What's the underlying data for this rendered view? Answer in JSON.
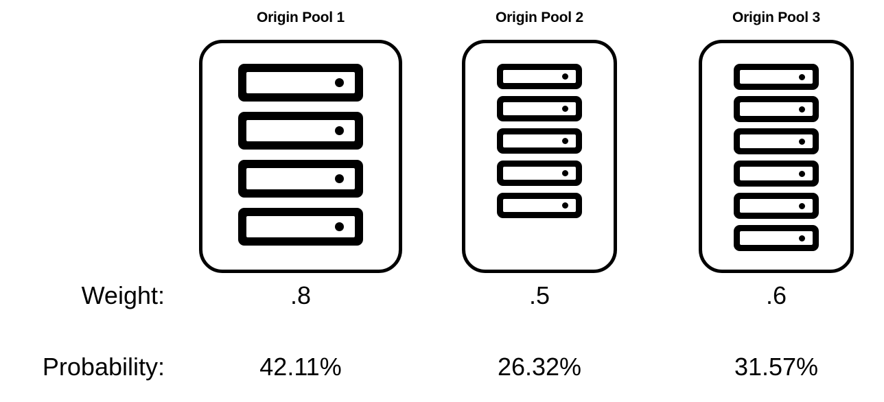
{
  "pools": [
    {
      "title": "Origin Pool 1",
      "weight": ".8",
      "probability": "42.11%",
      "server_count": 4,
      "servers": [
        {
          "name": "server-unit"
        },
        {
          "name": "server-unit"
        },
        {
          "name": "server-unit"
        },
        {
          "name": "server-unit"
        }
      ]
    },
    {
      "title": "Origin Pool 2",
      "weight": ".5",
      "probability": "26.32%",
      "server_count": 5,
      "servers": [
        {
          "name": "server-unit"
        },
        {
          "name": "server-unit"
        },
        {
          "name": "server-unit"
        },
        {
          "name": "server-unit"
        },
        {
          "name": "server-unit"
        }
      ]
    },
    {
      "title": "Origin Pool 3",
      "weight": ".6",
      "probability": "31.57%",
      "server_count": 6,
      "servers": [
        {
          "name": "server-unit"
        },
        {
          "name": "server-unit"
        },
        {
          "name": "server-unit"
        },
        {
          "name": "server-unit"
        },
        {
          "name": "server-unit"
        },
        {
          "name": "server-unit"
        }
      ]
    }
  ],
  "rows": {
    "weight_label": "Weight:",
    "probability_label": "Probability:"
  },
  "icons": {
    "server_led": "status-led-icon"
  },
  "colors": {
    "stroke": "#000000",
    "background": "#ffffff"
  }
}
